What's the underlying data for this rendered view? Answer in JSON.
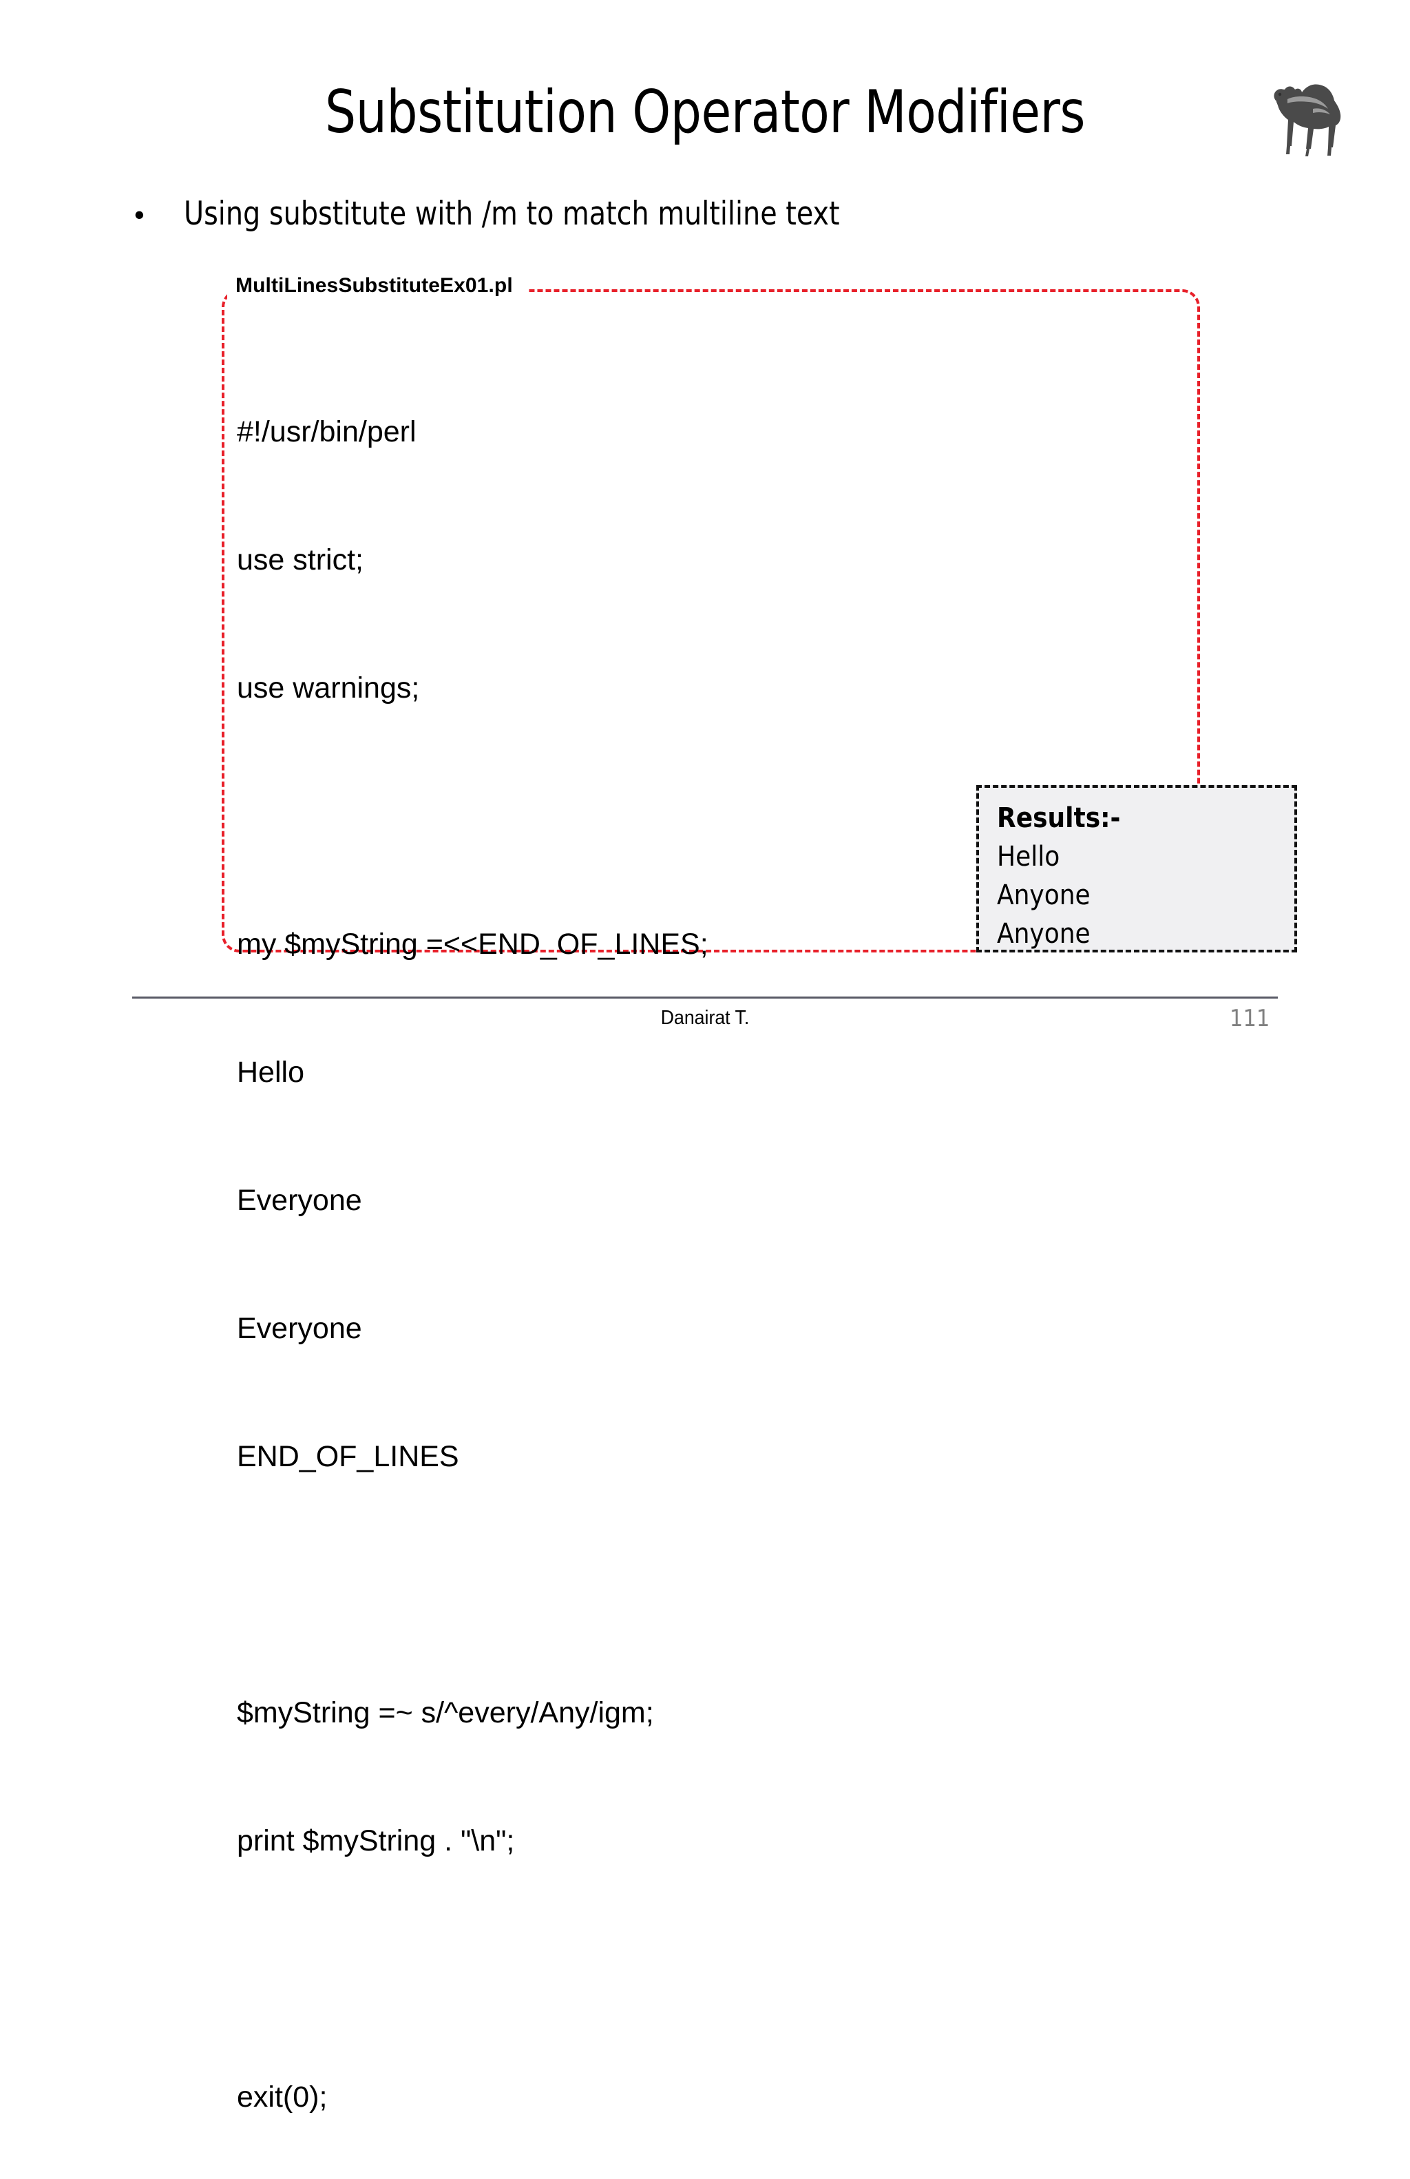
{
  "slide": {
    "title": "Substitution Operator Modifiers",
    "bullet_marker": "•",
    "bullet_text": "Using substitute with /m to match multiline text",
    "logo_name": "perl-camel-logo"
  },
  "code_callout": {
    "filename": "MultiLinesSubstituteEx01.pl",
    "border_color": "#e8202a",
    "lines": [
      "#!/usr/bin/perl",
      "use strict;",
      "use warnings;",
      "",
      "my $myString =<<END_OF_LINES;",
      "Hello",
      "Everyone",
      "Everyone",
      "END_OF_LINES",
      "",
      "$myString =~ s/^every/Any/igm;",
      "print $myString . \"\\n\";",
      "",
      "exit(0);"
    ]
  },
  "results": {
    "title": "Results:-",
    "lines": [
      "Hello",
      "Anyone",
      "Anyone"
    ],
    "border_color": "#111111",
    "background_color": "#f0f0f2"
  },
  "footer": {
    "author": "Danairat T.",
    "page_number": "111",
    "rule_color": "#595a66",
    "page_number_color": "#808080"
  }
}
